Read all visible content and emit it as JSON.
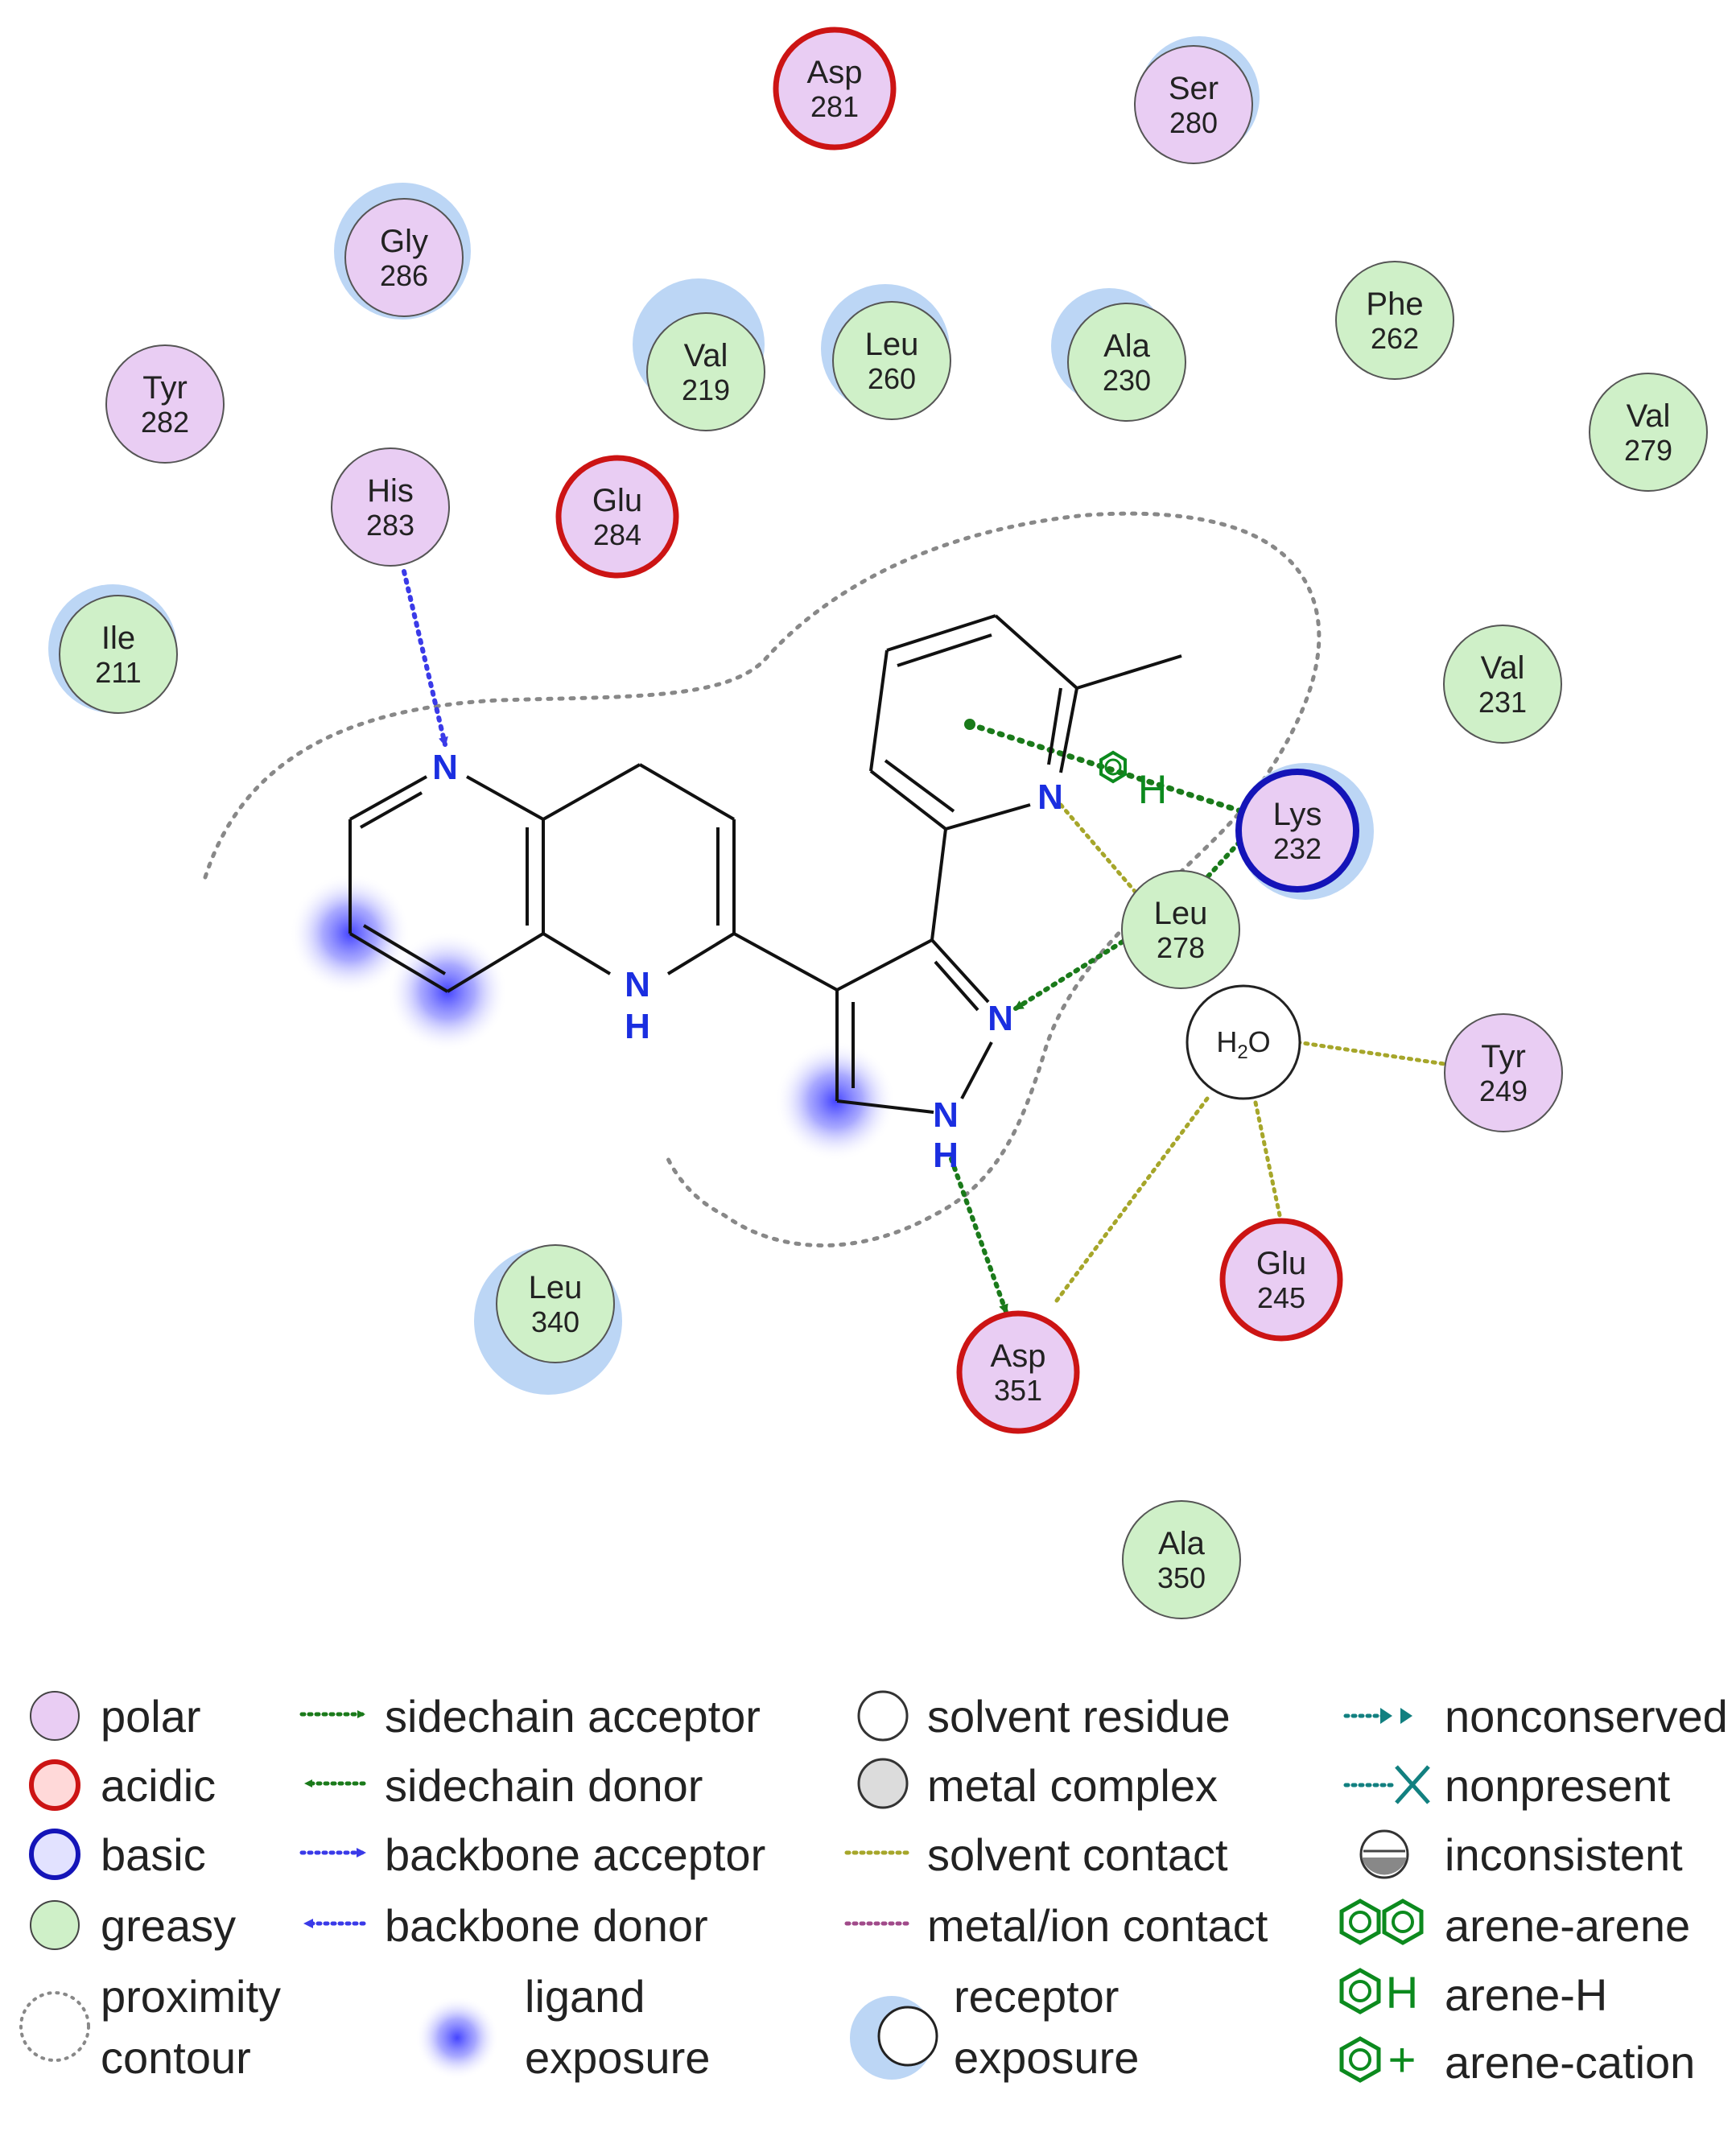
{
  "residues": [
    {
      "id": "asp281",
      "name": "Asp",
      "num": "281",
      "cls": "polar",
      "rim": "acidic"
    },
    {
      "id": "ser280",
      "name": "Ser",
      "num": "280",
      "cls": "polar",
      "rim": "none"
    },
    {
      "id": "gly286",
      "name": "Gly",
      "num": "286",
      "cls": "polar",
      "rim": "none"
    },
    {
      "id": "val219",
      "name": "Val",
      "num": "219",
      "cls": "greasy",
      "rim": "none"
    },
    {
      "id": "leu260",
      "name": "Leu",
      "num": "260",
      "cls": "greasy",
      "rim": "none"
    },
    {
      "id": "ala230",
      "name": "Ala",
      "num": "230",
      "cls": "greasy",
      "rim": "none"
    },
    {
      "id": "phe262",
      "name": "Phe",
      "num": "262",
      "cls": "greasy",
      "rim": "none"
    },
    {
      "id": "val279",
      "name": "Val",
      "num": "279",
      "cls": "greasy",
      "rim": "none"
    },
    {
      "id": "tyr282",
      "name": "Tyr",
      "num": "282",
      "cls": "polar",
      "rim": "none"
    },
    {
      "id": "his283",
      "name": "His",
      "num": "283",
      "cls": "polar",
      "rim": "none"
    },
    {
      "id": "glu284",
      "name": "Glu",
      "num": "284",
      "cls": "polar",
      "rim": "acidic"
    },
    {
      "id": "ile211",
      "name": "Ile",
      "num": "211",
      "cls": "greasy",
      "rim": "none"
    },
    {
      "id": "val231",
      "name": "Val",
      "num": "231",
      "cls": "greasy",
      "rim": "none"
    },
    {
      "id": "lys232",
      "name": "Lys",
      "num": "232",
      "cls": "polar",
      "rim": "basic"
    },
    {
      "id": "leu278",
      "name": "Leu",
      "num": "278",
      "cls": "greasy",
      "rim": "none"
    },
    {
      "id": "tyr249",
      "name": "Tyr",
      "num": "249",
      "cls": "polar",
      "rim": "none"
    },
    {
      "id": "glu245",
      "name": "Glu",
      "num": "245",
      "cls": "polar",
      "rim": "acidic"
    },
    {
      "id": "leu340",
      "name": "Leu",
      "num": "340",
      "cls": "greasy",
      "rim": "none"
    },
    {
      "id": "asp351",
      "name": "Asp",
      "num": "351",
      "cls": "polar",
      "rim": "acidic"
    },
    {
      "id": "ala350",
      "name": "Ala",
      "num": "350",
      "cls": "greasy",
      "rim": "none"
    }
  ],
  "water": {
    "label": "H",
    "sub": "2",
    "label2": "O"
  },
  "atoms": {
    "n_top": "N",
    "nh_n": "N",
    "nh_h": "H",
    "pyr_n": "N",
    "pz_n2": "N",
    "pz_n1": "N",
    "pz_h": "H"
  },
  "arene_h_label": "H",
  "colors": {
    "polar": "#e9cdf3",
    "greasy": "#cff0c8",
    "acidic_rim": "#cc1414",
    "basic_rim": "#1414b8",
    "sidechain": "#1a7a1a",
    "backbone": "#3a3ae8",
    "solvent_contact": "#a6a62a",
    "metal_contact": "#a04a8a",
    "exposure": "#bcd6f5",
    "arene": "#0c8a1e",
    "contour": "#888888"
  },
  "legend": {
    "col1": [
      "polar",
      "acidic",
      "basic",
      "greasy",
      "proximity",
      "contour"
    ],
    "col2": [
      "sidechain acceptor",
      "sidechain donor",
      "backbone acceptor",
      "backbone donor",
      "ligand",
      "exposure"
    ],
    "col3": [
      "solvent residue",
      "metal complex",
      "solvent contact",
      "metal/ion contact",
      "receptor",
      "exposure"
    ],
    "col4": [
      "nonconserved",
      "nonpresent",
      "inconsistent",
      "arene-arene",
      "arene-H",
      "arene-cation"
    ],
    "glyph_h": "H",
    "glyph_plus": "+"
  }
}
